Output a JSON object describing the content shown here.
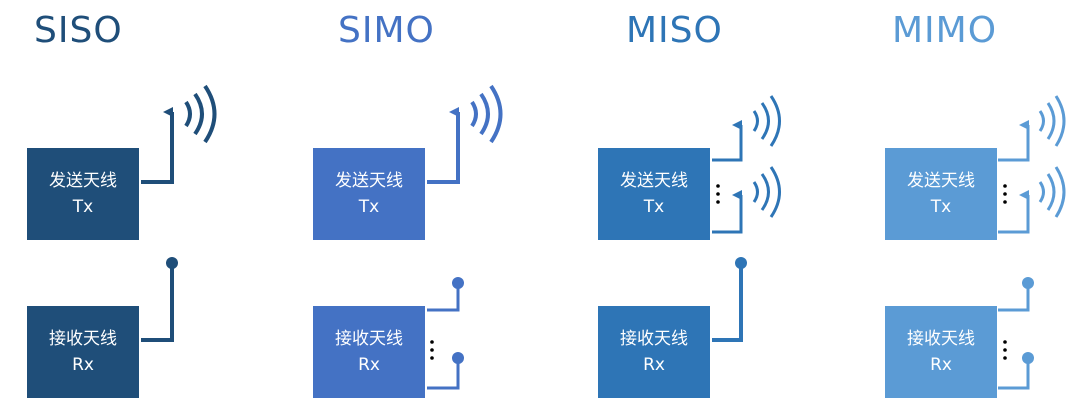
{
  "colors": {
    "siso": "#1f4e79",
    "simo": "#4472c4",
    "miso": "#2e75b6",
    "mimo": "#5b9bd5"
  },
  "panels": [
    {
      "title": "SISO",
      "tx_label": "发送天线",
      "tx_sub": "Tx",
      "rx_label": "接收天线",
      "rx_sub": "Rx"
    },
    {
      "title": "SIMO",
      "tx_label": "发送天线",
      "tx_sub": "Tx",
      "rx_label": "接收天线",
      "rx_sub": "Rx"
    },
    {
      "title": "MISO",
      "tx_label": "发送天线",
      "tx_sub": "Tx",
      "rx_label": "接收天线",
      "rx_sub": "Rx"
    },
    {
      "title": "MIMO",
      "tx_label": "发送天线",
      "tx_sub": "Tx",
      "rx_label": "接收天线",
      "rx_sub": "Rx"
    }
  ]
}
